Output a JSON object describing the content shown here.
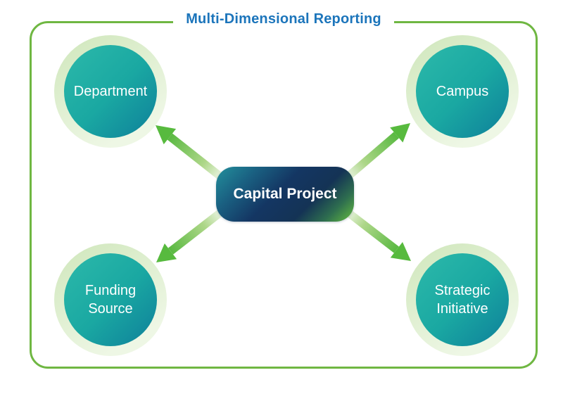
{
  "title": "Multi-Dimensional Reporting",
  "center_node": {
    "label": "Capital Project"
  },
  "nodes": [
    {
      "id": "department",
      "label": "Department",
      "position": "top-left"
    },
    {
      "id": "campus",
      "label": "Campus",
      "position": "top-right"
    },
    {
      "id": "funding-source",
      "label": "Funding Source",
      "position": "bottom-left"
    },
    {
      "id": "strategic-initiative",
      "label": "Strategic Initiative",
      "position": "bottom-right"
    }
  ],
  "colors": {
    "title_blue": "#1c75bb",
    "frame_green": "#6fb742",
    "arrow_green": "#57ba3e",
    "arrow_fade": "#f0f7eb",
    "halo_green": "#d2e8bf",
    "circle_teal_light": "#2cb9aa",
    "circle_teal_dark": "#0e7f9a",
    "box_teal": "#23909c",
    "box_navy": "#143663",
    "box_green": "#65bd3f",
    "text_white": "#ffffff"
  }
}
